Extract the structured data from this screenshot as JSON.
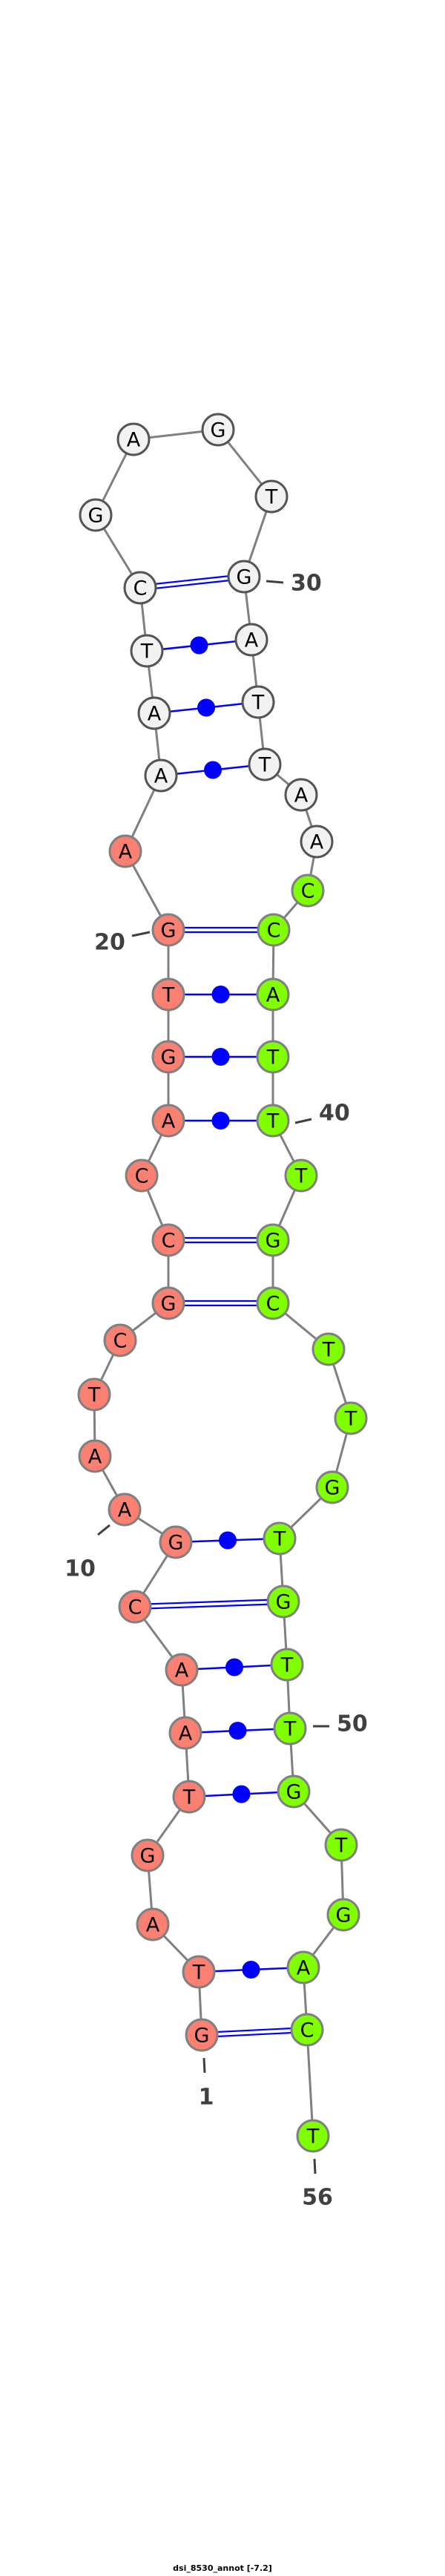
{
  "title": "dsi_8530_annot [-7.2]",
  "sequence": "GTAGTAACGAATCGCCAGTGAAATCGAGTGATTAACCATTTGCTTGTGTTGTGACT",
  "colors": {
    "segment_a": "#FA8072",
    "segment_b": "#F2F2F2",
    "segment_c": "#7FFF00",
    "pair_line": "#0000FF",
    "backbone": "#808080"
  },
  "color_ranges": [
    {
      "from": 1,
      "to": 21,
      "color_key": "segment_a"
    },
    {
      "from": 22,
      "to": 35,
      "color_key": "segment_b"
    },
    {
      "from": 36,
      "to": 56,
      "color_key": "segment_c"
    }
  ],
  "pairs": [
    {
      "i": 1,
      "j": 55,
      "type": "canonical"
    },
    {
      "i": 2,
      "j": 54,
      "type": "wobble"
    },
    {
      "i": 5,
      "j": 51,
      "type": "wobble"
    },
    {
      "i": 6,
      "j": 50,
      "type": "wobble"
    },
    {
      "i": 7,
      "j": 49,
      "type": "wobble"
    },
    {
      "i": 8,
      "j": 48,
      "type": "canonical"
    },
    {
      "i": 9,
      "j": 47,
      "type": "wobble"
    },
    {
      "i": 14,
      "j": 43,
      "type": "canonical"
    },
    {
      "i": 15,
      "j": 42,
      "type": "canonical"
    },
    {
      "i": 17,
      "j": 40,
      "type": "wobble"
    },
    {
      "i": 18,
      "j": 39,
      "type": "wobble"
    },
    {
      "i": 19,
      "j": 38,
      "type": "wobble"
    },
    {
      "i": 20,
      "j": 37,
      "type": "canonical"
    },
    {
      "i": 22,
      "j": 33,
      "type": "wobble"
    },
    {
      "i": 23,
      "j": 32,
      "type": "wobble"
    },
    {
      "i": 24,
      "j": 31,
      "type": "wobble"
    },
    {
      "i": 25,
      "j": 30,
      "type": "canonical"
    }
  ],
  "position_labels": [
    "1",
    "10",
    "20",
    "30",
    "40",
    "50",
    "56"
  ]
}
